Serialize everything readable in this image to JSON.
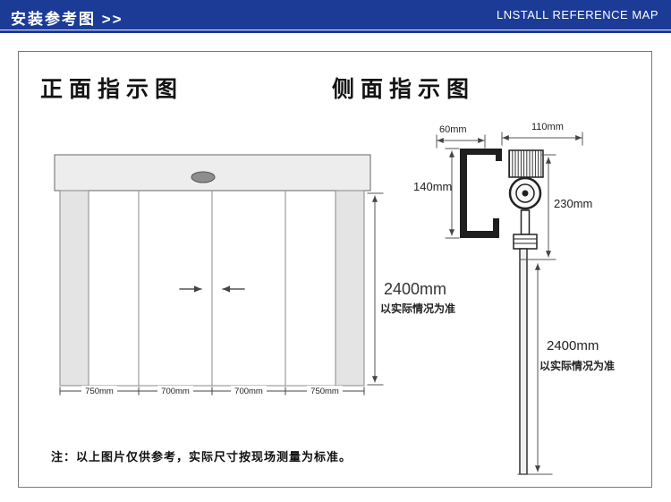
{
  "colors": {
    "banner_bg": "#1b3b97",
    "banner_text": "#ffffff",
    "line_color": "#555555",
    "panel_fill": "#e4e4e4"
  },
  "banner": {
    "title_cn": "安装参考图 >>",
    "title_en": "LNSTALL REFERENCE MAP"
  },
  "front_view": {
    "title": "正面指示图",
    "height_value": "2400mm",
    "height_note": "以实际情况为准",
    "bottom_dims": [
      "750mm",
      "700mm",
      "700mm",
      "750mm"
    ]
  },
  "side_view": {
    "title": "侧面指示图",
    "top_left_dim": "60mm",
    "top_right_dim": "110mm",
    "left_dim": "140mm",
    "right_dim": "230mm",
    "height_value": "2400mm",
    "height_note": "以实际情况为准"
  },
  "footnote": "注：以上图片仅供参考，实际尺寸按现场测量为标准。"
}
